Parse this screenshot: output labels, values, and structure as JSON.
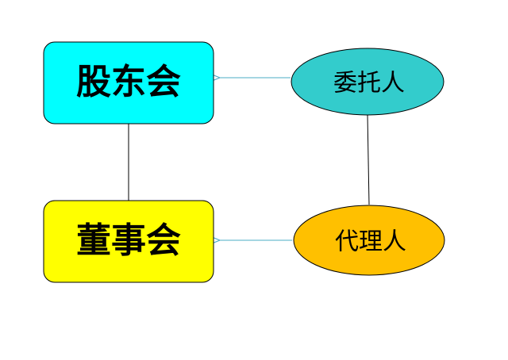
{
  "diagram": {
    "nodes": {
      "shareholders_meeting": {
        "label": "股东会",
        "fill": "#00FFFF",
        "shape": "rounded-rectangle"
      },
      "board_of_directors": {
        "label": "董事会",
        "fill": "#FFFF00",
        "shape": "rounded-rectangle"
      },
      "principal": {
        "label": "委托人",
        "fill": "#33CCCC",
        "shape": "ellipse"
      },
      "agent": {
        "label": "代理人",
        "fill": "#FFC000",
        "shape": "ellipse"
      }
    },
    "edges": [
      {
        "from": "principal",
        "to": "shareholders_meeting",
        "type": "arrow",
        "color": "#4BACC6"
      },
      {
        "from": "agent",
        "to": "board_of_directors",
        "type": "arrow",
        "color": "#4BACC6"
      },
      {
        "from": "shareholders_meeting",
        "to": "board_of_directors",
        "type": "line",
        "color": "#000000"
      },
      {
        "from": "principal",
        "to": "agent",
        "type": "line",
        "color": "#000000"
      }
    ]
  }
}
